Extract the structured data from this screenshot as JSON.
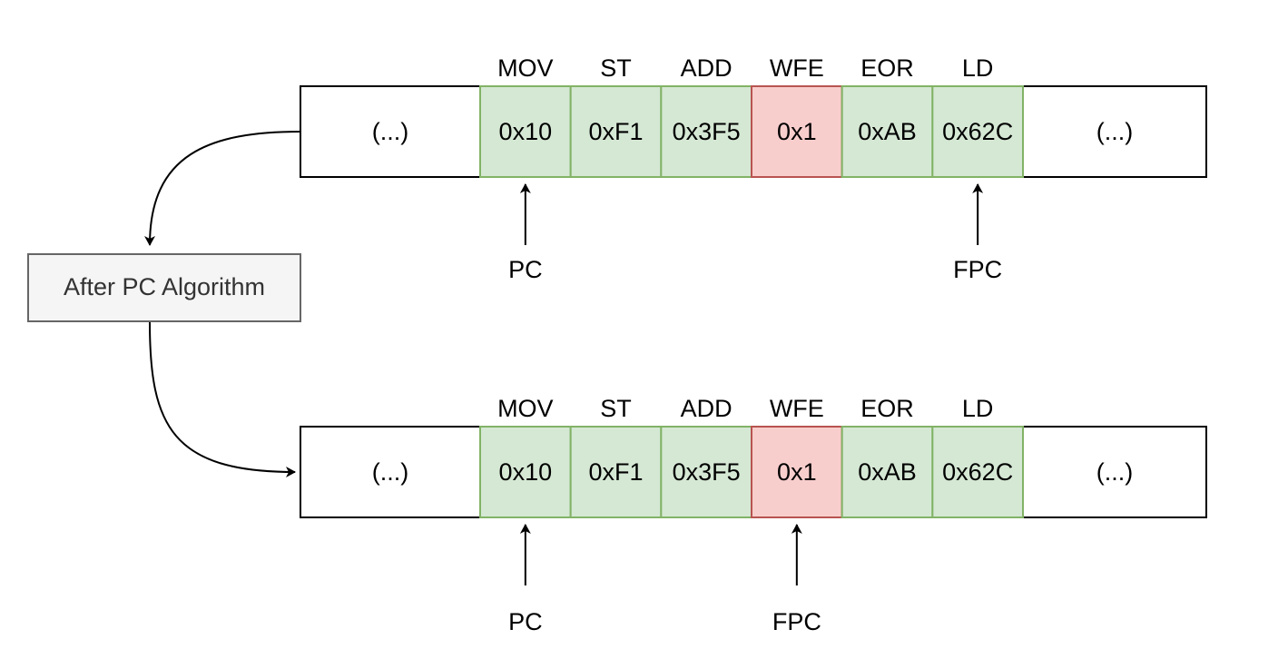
{
  "colors": {
    "ok_fill": "#d5e8d4",
    "ok_stroke": "#82b366",
    "bad_fill": "#f8cecc",
    "bad_stroke": "#b85450",
    "plain_fill": "#ffffff",
    "plain_stroke": "#000000",
    "process_fill": "#f5f5f5",
    "process_stroke": "#666666",
    "process_text": "#333333"
  },
  "process_box": {
    "label": "After PC Algorithm"
  },
  "memories": [
    {
      "id": "before",
      "ellipsis_left": "(...)",
      "ellipsis_right": "(...)",
      "cells": [
        {
          "mnemonic": "MOV",
          "value": "0x10",
          "status": "ok"
        },
        {
          "mnemonic": "ST",
          "value": "0xF1",
          "status": "ok"
        },
        {
          "mnemonic": "ADD",
          "value": "0x3F5",
          "status": "ok"
        },
        {
          "mnemonic": "WFE",
          "value": "0x1",
          "status": "bad"
        },
        {
          "mnemonic": "EOR",
          "value": "0xAB",
          "status": "ok"
        },
        {
          "mnemonic": "LD",
          "value": "0x62C",
          "status": "ok"
        }
      ],
      "pointers": [
        {
          "label": "PC",
          "cell_index": 0
        },
        {
          "label": "FPC",
          "cell_index": 5
        }
      ]
    },
    {
      "id": "after",
      "ellipsis_left": "(...)",
      "ellipsis_right": "(...)",
      "cells": [
        {
          "mnemonic": "MOV",
          "value": "0x10",
          "status": "ok"
        },
        {
          "mnemonic": "ST",
          "value": "0xF1",
          "status": "ok"
        },
        {
          "mnemonic": "ADD",
          "value": "0x3F5",
          "status": "ok"
        },
        {
          "mnemonic": "WFE",
          "value": "0x1",
          "status": "bad"
        },
        {
          "mnemonic": "EOR",
          "value": "0xAB",
          "status": "ok"
        },
        {
          "mnemonic": "LD",
          "value": "0x62C",
          "status": "ok"
        }
      ],
      "pointers": [
        {
          "label": "PC",
          "cell_index": 0
        },
        {
          "label": "FPC",
          "cell_index": 3
        }
      ]
    }
  ]
}
